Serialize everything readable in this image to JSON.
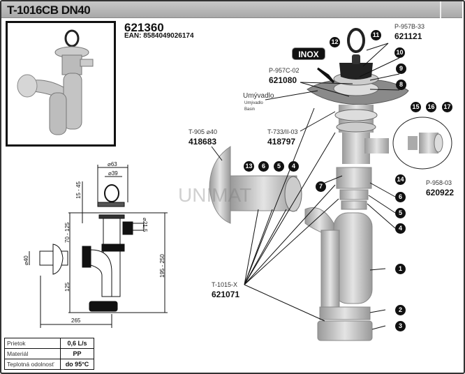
{
  "header": {
    "title": "T-1016CB DN40"
  },
  "product": {
    "code": "621360",
    "ean": "EAN: 8584049026174"
  },
  "badge": "INOX",
  "parts": {
    "p957b": {
      "model": "P-957B-33",
      "code": "621121"
    },
    "p957c": {
      "model": "P-957C-02",
      "code": "621080"
    },
    "basin": {
      "name": "Umývadlo",
      "name_sub": "Umývadlo",
      "name_en": "Basin"
    },
    "t905": {
      "model": "T-905 ⌀40",
      "code": "418683"
    },
    "t733": {
      "model": "T-733/II-03",
      "code": "418797"
    },
    "p958": {
      "model": "P-958-03",
      "code": "620922"
    },
    "t1015": {
      "model": "T-1015-X",
      "code": "621071"
    }
  },
  "callouts": [
    "11",
    "12",
    "10",
    "9",
    "8",
    "15",
    "16",
    "17",
    "13",
    "6",
    "5",
    "4",
    "7",
    "14",
    "6",
    "5",
    "4",
    "1",
    "2",
    "3"
  ],
  "dimensions": {
    "d63": "⌀63",
    "d39": "⌀39",
    "h1545": "15 - 45",
    "h70125": "70 - 125",
    "d40": "⌀40",
    "h125": "125",
    "h195250": "195 - 250",
    "w265": "265",
    "d215": "⌀21,5"
  },
  "specs": [
    {
      "label": "Prietok",
      "value": "0,6 L/s"
    },
    {
      "label": "Materiál",
      "value": "PP"
    },
    {
      "label": "Teplotná odolnosť",
      "value": "do 95°C"
    }
  ],
  "watermark": "UNIMAT"
}
